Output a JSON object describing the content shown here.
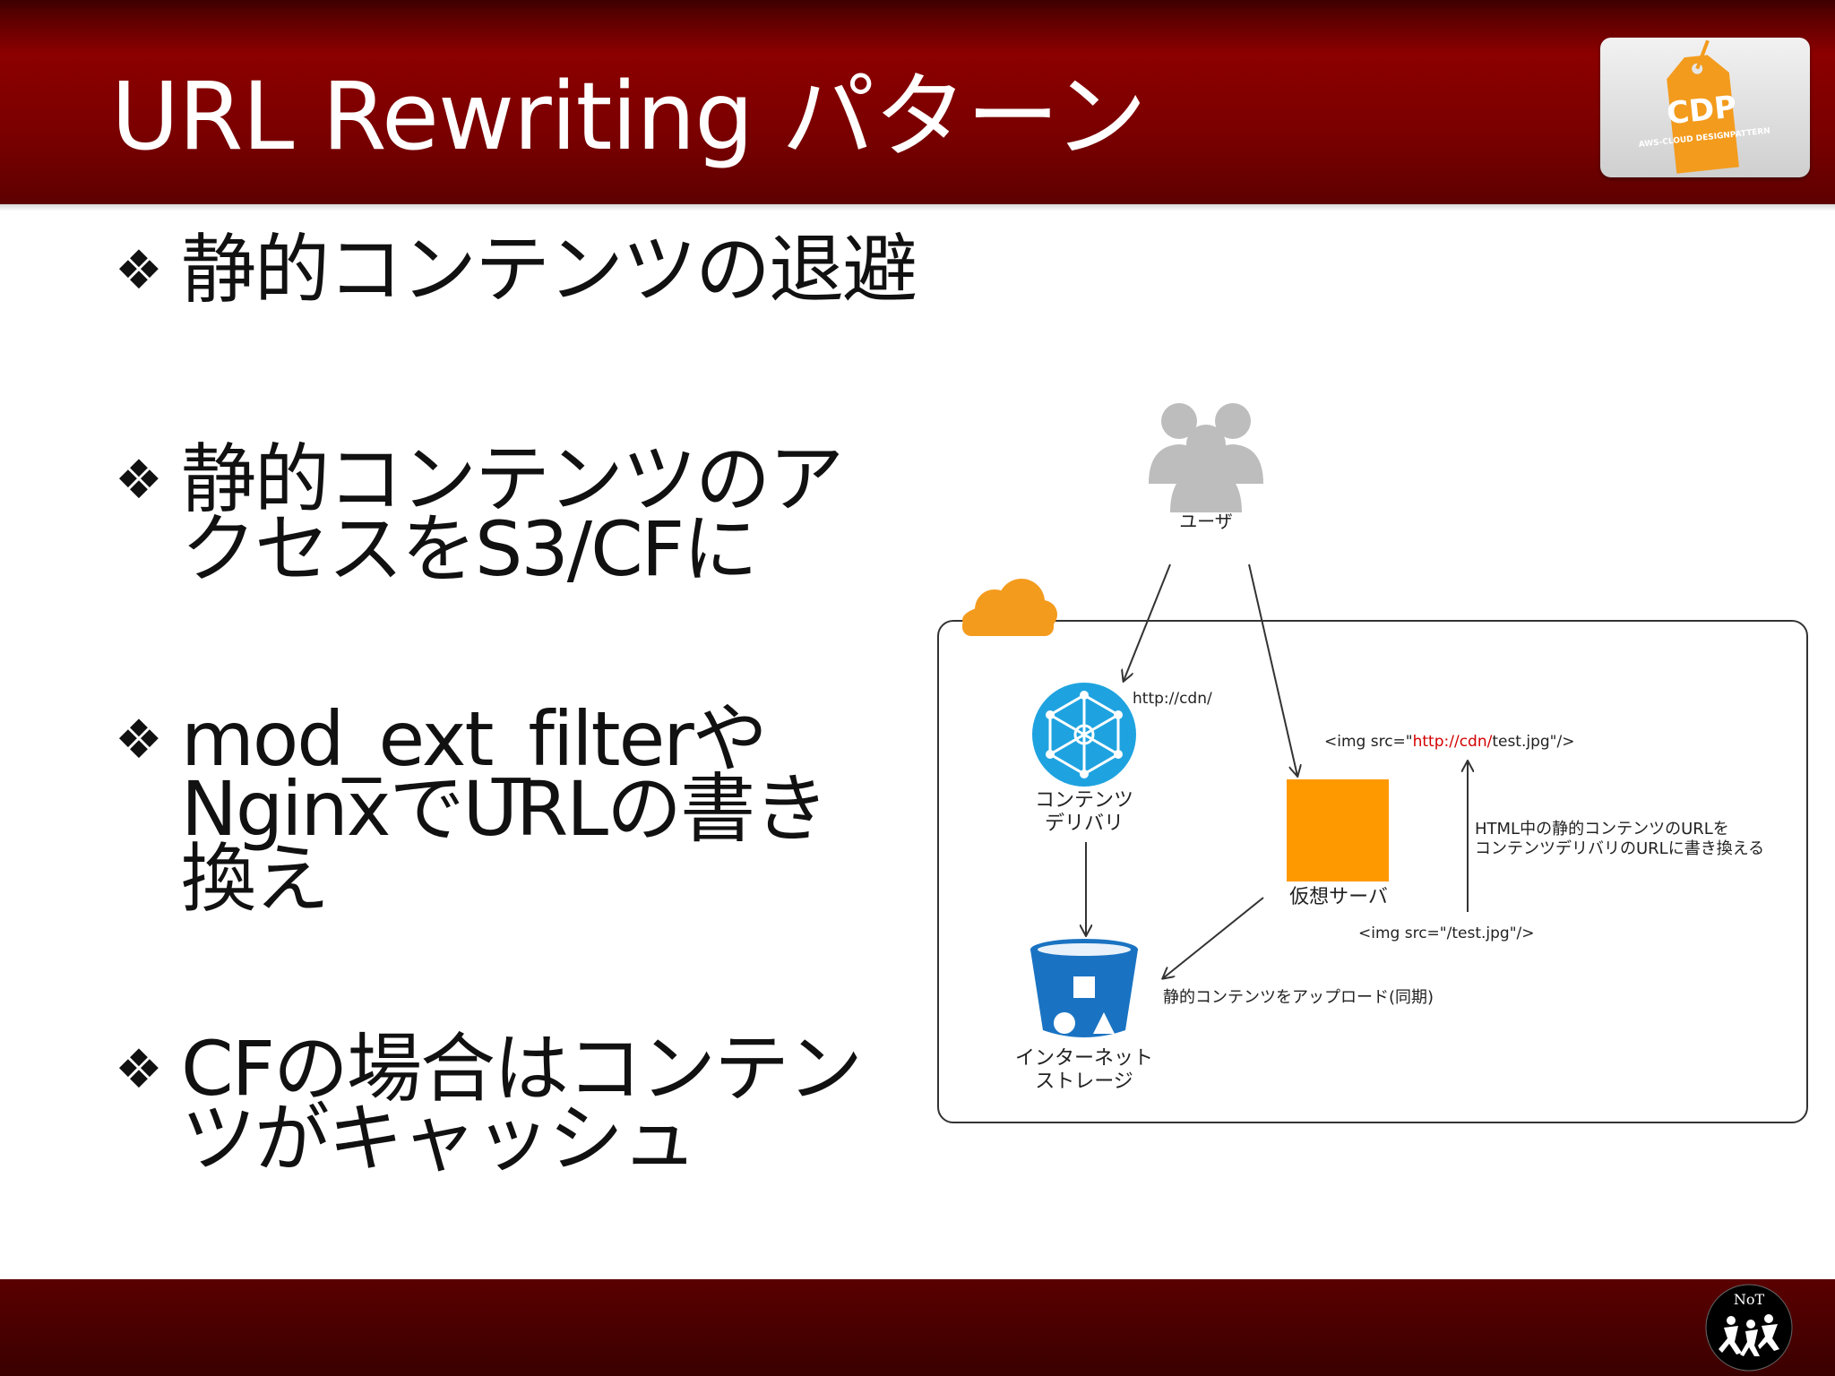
{
  "slide": {
    "title": "URL Rewriting パターン",
    "logo_text": "CDP",
    "logo_subtext": "AWS-CLOUD DESIGNPATTERN",
    "footer_logo_text": "NoT"
  },
  "bullets": [
    {
      "marker": "❖",
      "text": "静的コンテンツの退避"
    },
    {
      "marker": "❖",
      "text": "静的コンテンツのア\nクセスをS3/CFに"
    },
    {
      "marker": "❖",
      "text": "mod_ext_filterや\nNginxでURLの書き\n換え"
    },
    {
      "marker": "❖",
      "text": "CFの場合はコンテン\nツがキャッシュ"
    }
  ],
  "diagram": {
    "users_label": "ユーザ",
    "cdn_label_1": "コンテンツ",
    "cdn_label_2": "デリバリ",
    "cdn_url": "http://cdn/",
    "server_label": "仮想サーバ",
    "storage_label_1": "インターネット",
    "storage_label_2": "ストレージ",
    "img_tag_pre": "<img src=\"",
    "img_tag_url": "http://cdn/",
    "img_tag_post": "test.jpg\"/>",
    "img_tag_orig": "<img src=\"/test.jpg\"/>",
    "rewrite_note_1": "HTML中の静的コンテンツのURLを",
    "rewrite_note_2": "コンテンツデリバリのURLに書き換える",
    "upload_note": "静的コンテンツをアップロード(同期)"
  },
  "colors": {
    "header_red": "#8c0000",
    "footer_red": "#4a0000",
    "cloud_orange": "#f39b1d",
    "server_orange": "#ff9900",
    "cdn_blue": "#1fa3e0",
    "storage_blue": "#1a73c2",
    "users_gray": "#bdbdbd",
    "url_red": "#d40000"
  }
}
